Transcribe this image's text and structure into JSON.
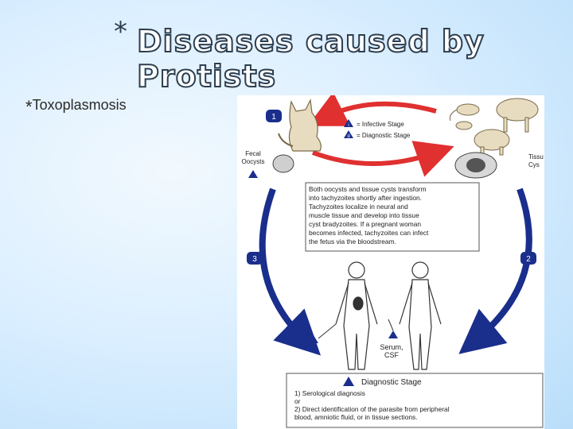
{
  "slide": {
    "title_marker": "*",
    "title": "Diseases caused by Protists",
    "bullet_marker": "*",
    "bullet_text": "Toxoplasmosis"
  },
  "figure": {
    "legend_infective_badge": "i",
    "legend_infective": "= Infective Stage",
    "legend_diagnostic_badge": "d",
    "legend_diagnostic": "= Diagnostic Stage",
    "step1": "1",
    "step2": "2",
    "step3": "3",
    "fecal_line1": "Fecal",
    "fecal_line2": "Oocysts",
    "tissue_line1": "Tissu",
    "tissue_line2": "Cys",
    "info_lines": [
      "Both oocysts and tissue cysts transform",
      "into tachyzoites shortly after ingestion.",
      "Tachyzoites localize in neural and",
      "muscle tissue and develop into tissue",
      "cyst bradyzoites. If a pregnant woman",
      "becomes infected, tachyzoites can infect",
      "the fetus via the bloodstream."
    ],
    "serum_line1": "Serum,",
    "serum_line2": "CSF",
    "diag_title": "Diagnostic Stage",
    "diag_lines": [
      "1) Serological diagnosis",
      "or",
      "2) Direct identification of the parasite from peripheral",
      "blood, amniotic fluid, or in tissue sections."
    ],
    "colors": {
      "red_arrow": "#e03030",
      "blue_arrow": "#1a2e8c",
      "badge": "#1a2e8c"
    }
  }
}
